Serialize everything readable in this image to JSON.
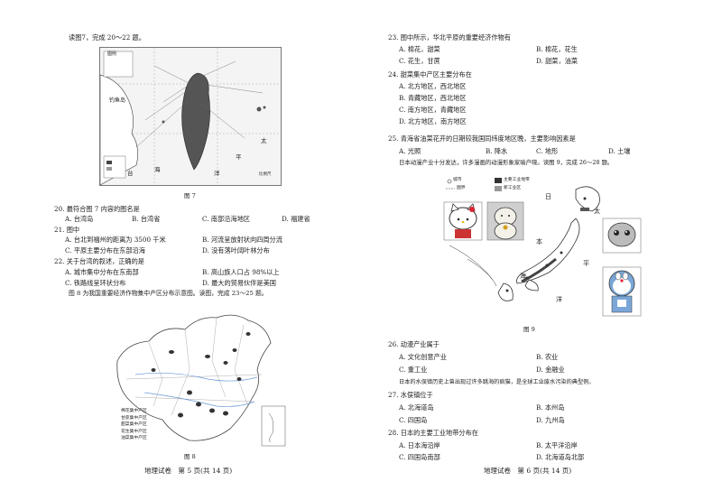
{
  "left": {
    "intro1": "读图7，完成 20～22 题。",
    "fig7": {
      "caption": "图 7",
      "legend_title": "图例",
      "labels": [
        "钓鱼岛",
        "太",
        "平",
        "洋",
        "台",
        "海",
        "比例尺"
      ]
    },
    "q20": {
      "stem": "20. 最符合图 7 内容的图名是",
      "options": [
        "A. 台湾岛",
        "B. 台湾省",
        "C. 南部沿海地区",
        "D. 福建省"
      ]
    },
    "q21": {
      "stem": "21. 图中",
      "options": [
        "A. 台北到福州的距离为 3500 千米",
        "B. 河流呈放射状向四周分流",
        "C. 平原主要分布在东部沿海",
        "D. 没有落叶阔叶林分布"
      ]
    },
    "q22": {
      "stem": "22. 关于台湾的叙述，正确的是",
      "options": [
        "A. 城市集中分布在东南部",
        "B. 高山族人口占 98%以上",
        "C. 铁路线呈环状分布",
        "D. 最大的贸易伙伴是美国"
      ]
    },
    "intro2": "图 8 为我国重要经济作物集中产区分布示意图。读图，完成 23～25 题。",
    "fig8": {
      "caption": "图 8",
      "legend": [
        "棉花集中产区",
        "甘蔗集中产区",
        "甜菜集中产区",
        "花生集中产区",
        "油菜集中产区"
      ]
    },
    "footer": "地理试卷　第 5 页(共 14 页)"
  },
  "right": {
    "q23": {
      "stem": "23. 图中所示，华北平原的重要经济作物有",
      "options": [
        "A. 棉花，甜菜",
        "B. 棉花，花生",
        "C. 花生，甘蔗",
        "D. 甜菜，油菜"
      ]
    },
    "q24": {
      "stem": "24. 甜菜集中产区主要分布在",
      "options": [
        "A. 北方地区，西北地区",
        "B. 青藏地区，西北地区",
        "C. 南方地区，青藏地区",
        "D. 北方地区，南方地区"
      ]
    },
    "q25": {
      "stem": "25. 青海省油菜花开的日期较我国同纬度地区晚，主要影响因素是",
      "options": [
        "A. 光照",
        "B. 降水",
        "C. 地形",
        "D. 土壤"
      ]
    },
    "intro3": "日本动漫产业十分发达，许多漫画的动漫形象家喻户晓。读图 9，完成 26～28 题。",
    "fig9": {
      "caption": "图 9",
      "legend": [
        "城市",
        "国界",
        "主要工业地带",
        "新工业区"
      ],
      "labels": [
        "日",
        "本",
        "海",
        "太",
        "平",
        "洋"
      ]
    },
    "q26": {
      "stem": "26. 动漫产业属于",
      "options": [
        "A. 文化创意产业",
        "B. 农业",
        "C. 重工业",
        "D. 金融业"
      ]
    },
    "intro4": "日本的水俣镇历史上曾出现过许多跳海的疯猫，是全球工业废水污染的典型例。",
    "q27": {
      "stem": "27. 水俣镇位于",
      "options": [
        "A. 北海道岛",
        "B. 本州岛",
        "C. 四国岛",
        "D. 九州岛"
      ]
    },
    "q28": {
      "stem": "28. 日本的主要工业地带分布在",
      "options": [
        "A. 日本海沿岸",
        "B. 太平洋沿岸",
        "C. 四国岛南部",
        "D. 北海道岛北部"
      ]
    },
    "footer": "地理试卷　第 6 页(共 14 页)"
  }
}
